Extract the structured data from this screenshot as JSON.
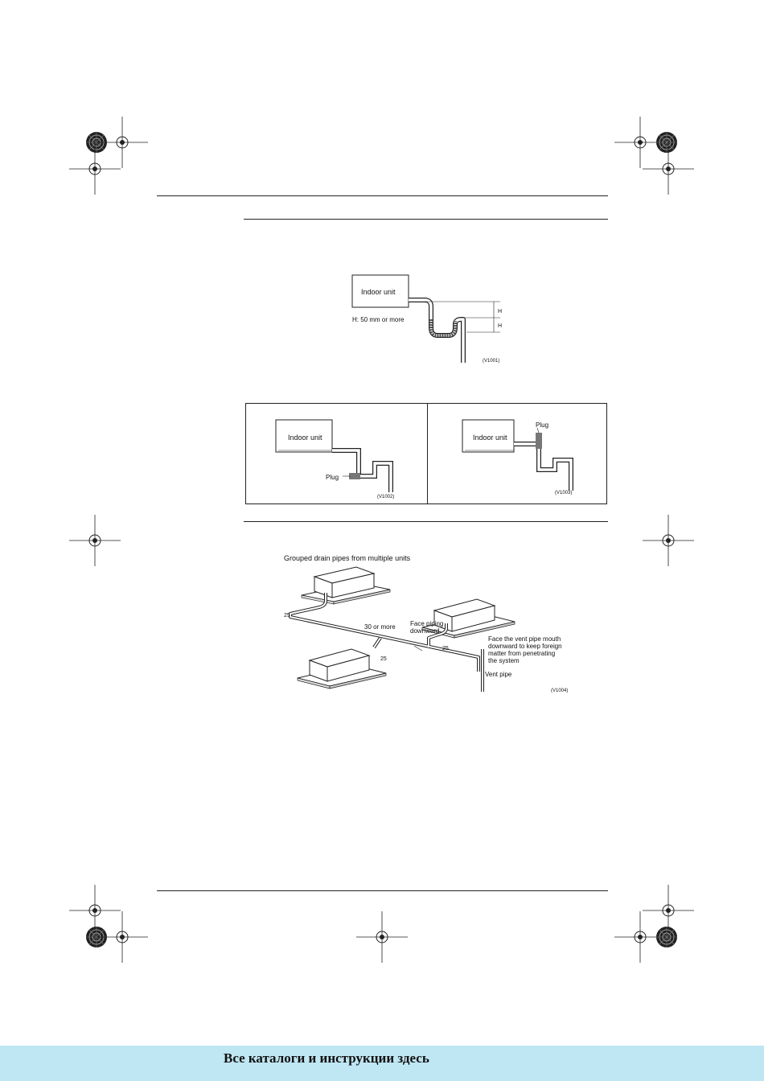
{
  "figure1": {
    "unit_label": "Indoor unit",
    "h_note": "H: 50 mm or more",
    "h_label_top": "H",
    "h_label_bottom": "H",
    "code": "(V1001)"
  },
  "figure2": {
    "left": {
      "unit_label": "Indoor unit",
      "plug_label": "Plug",
      "code": "(V1002)"
    },
    "right": {
      "unit_label": "Indoor unit",
      "plug_label": "Plug",
      "code": "(V1003)"
    }
  },
  "figure3": {
    "title": "Grouped drain pipes from multiple units",
    "dim_25_left": "25",
    "dim_30": "30 or more",
    "face_piping_1": "Face piping",
    "face_piping_2": "downward",
    "dim_25_mid": "25",
    "dim_25_right": "25",
    "vent_note_1": "Face the vent pipe mouth",
    "vent_note_2": "downward to keep foreign",
    "vent_note_3": "matter from penetrating",
    "vent_note_4": "the system",
    "vent_pipe": "Vent pipe",
    "code": "(V1004)"
  },
  "footer": {
    "text": "Все каталоги и инструкции здесь"
  }
}
